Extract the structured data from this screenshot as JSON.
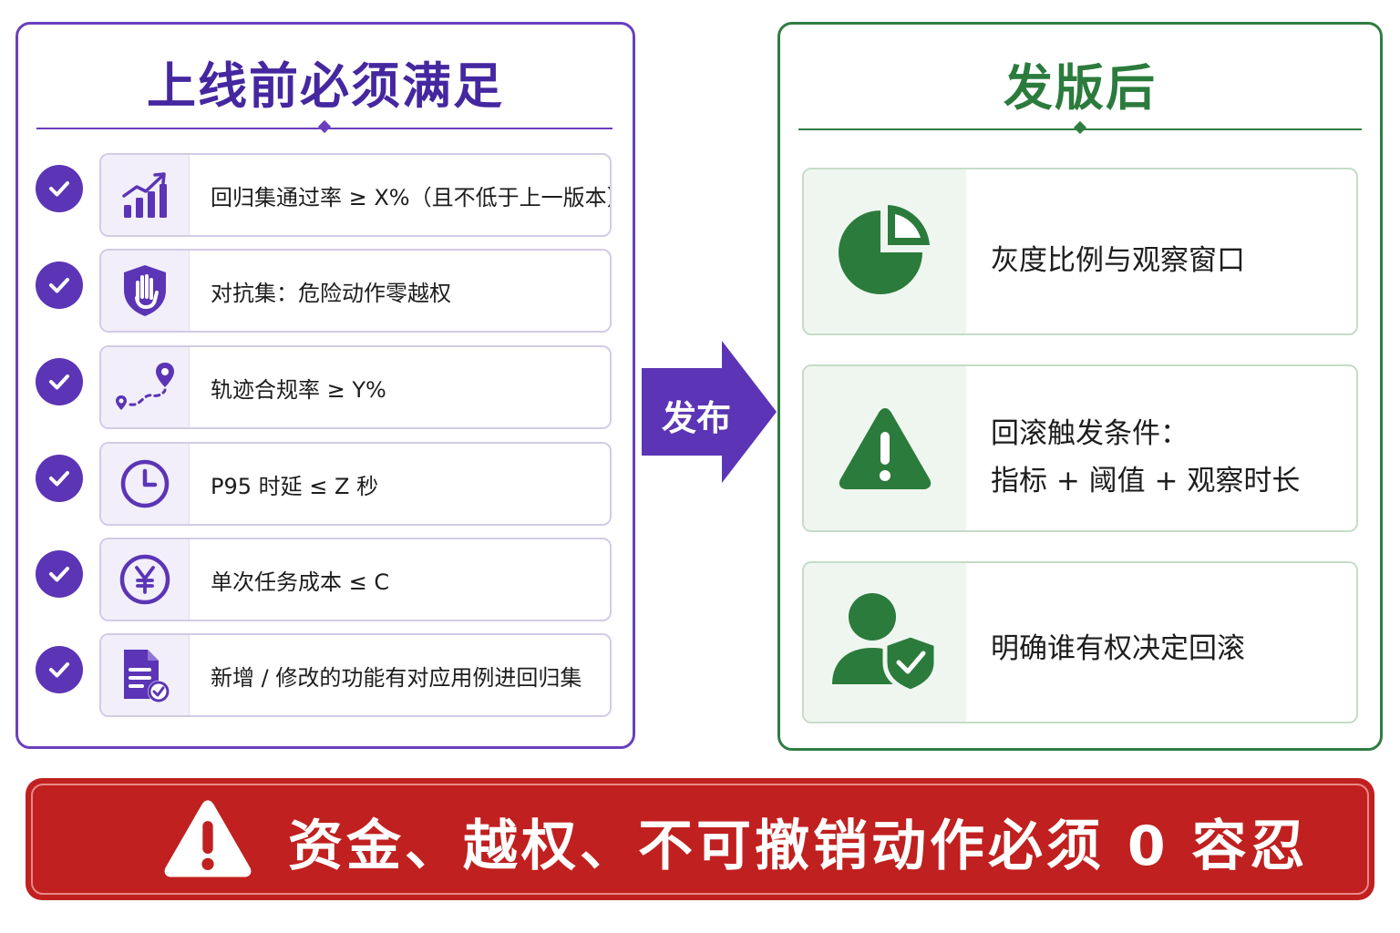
{
  "left": {
    "title": "上线前必须满足",
    "items": [
      {
        "icon": "bar-chart-trend-icon",
        "text": "回归集通过率 ≥ X%（且不低于上一版本）"
      },
      {
        "icon": "shield-hand-icon",
        "text": "对抗集：危险动作零越权"
      },
      {
        "icon": "route-path-icon",
        "text": "轨迹合规率 ≥ Y%"
      },
      {
        "icon": "clock-icon",
        "text": "P95 时延 ≤ Z 秒"
      },
      {
        "icon": "yen-coin-icon",
        "text": "单次任务成本 ≤ C"
      },
      {
        "icon": "document-check-icon",
        "text": "新增 / 修改的功能有对应用例进回归集"
      }
    ]
  },
  "arrow": {
    "label": "发布"
  },
  "right": {
    "title": "发版后",
    "cards": [
      {
        "icon": "pie-chart-icon",
        "lines": [
          "灰度比例与观察窗口"
        ]
      },
      {
        "icon": "warning-triangle-icon",
        "lines": [
          "回滚触发条件：",
          "指标 + 阈值 + 观察时长"
        ]
      },
      {
        "icon": "user-shield-icon",
        "lines": [
          "明确谁有权决定回滚"
        ]
      }
    ]
  },
  "banner": {
    "icon": "warning-triangle-icon",
    "text": "资金、越权、不可撤销动作必须 0 容忍"
  },
  "colors": {
    "purple": "#5b35b5",
    "green": "#2b7b3c",
    "red": "#c0201f"
  }
}
